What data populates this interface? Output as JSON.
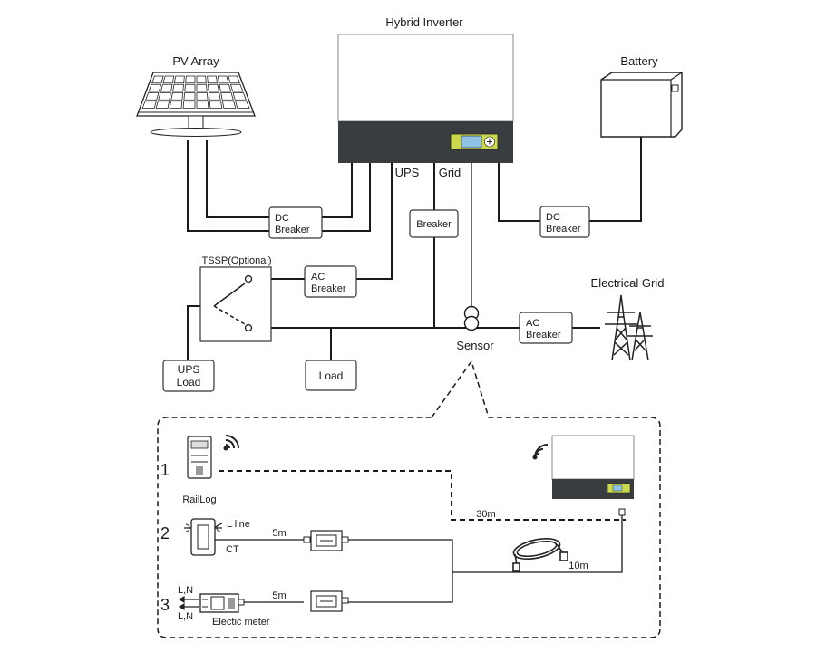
{
  "inverter": {
    "title": "Hybrid Inverter",
    "ups_label": "UPS",
    "grid_label": "Grid"
  },
  "pv": {
    "title": "PV Array"
  },
  "battery": {
    "title": "Battery"
  },
  "grid": {
    "title": "Electrical Grid"
  },
  "breakers": {
    "dc_pv": [
      "DC",
      "Breaker"
    ],
    "dc_batt": [
      "DC",
      "Breaker"
    ],
    "grid_breaker": "Breaker",
    "ac_ups": [
      "AC",
      "Breaker"
    ],
    "ac_grid": [
      "AC",
      "Breaker"
    ]
  },
  "tssp": {
    "label": "TSSP(Optional)"
  },
  "ups_load": [
    "UPS",
    "Load"
  ],
  "load": "Load",
  "sensor": {
    "label": "Sensor"
  },
  "detail": {
    "options": [
      {
        "number": "1",
        "label": "RailLog"
      },
      {
        "number": "2",
        "label": "CT",
        "line_label": "L line"
      },
      {
        "number": "3",
        "label": "Electic meter",
        "ln_top": "L,N",
        "ln_bottom": "L,N"
      }
    ],
    "cable_lengths": {
      "railLog_cable": "30m",
      "ct_cable": "5m",
      "meter_cable": "5m",
      "main_cable": "10m"
    }
  },
  "colors": {
    "inverter_panel": "#3a3d3f",
    "display_blue": "#8fc3e6",
    "keypad_green": "#c9d94a",
    "line": "#1a1a1a"
  },
  "icons": [
    "solar-panel-icon",
    "battery-icon",
    "transmission-tower-icon",
    "wifi-icon",
    "current-transformer-icon",
    "rj45-adapter-icon",
    "cable-icon"
  ]
}
